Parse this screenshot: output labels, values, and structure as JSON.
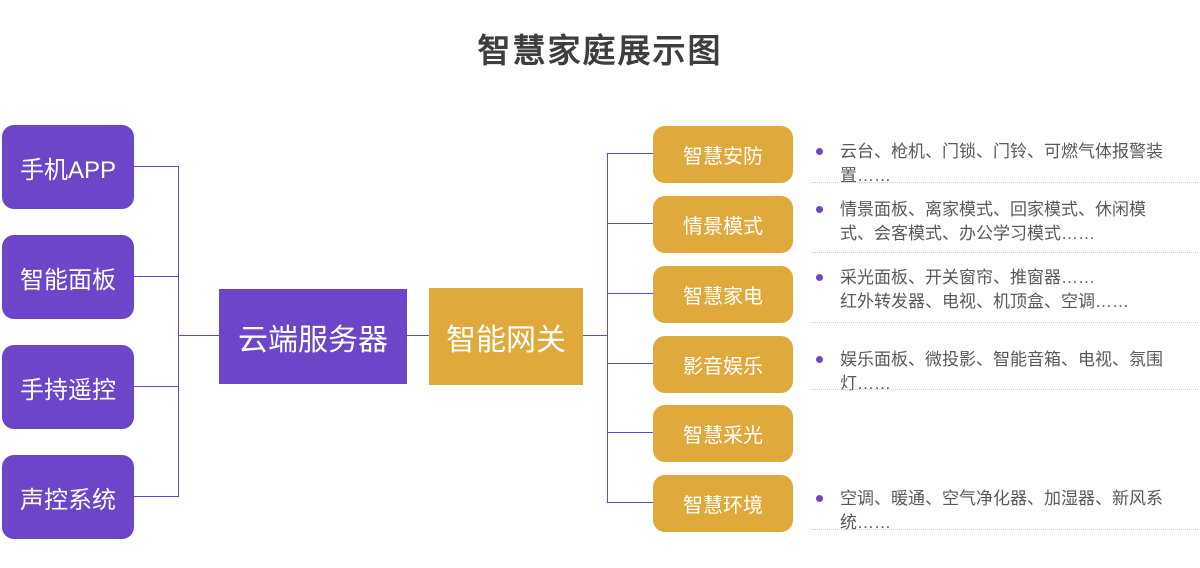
{
  "title": "智慧家庭展示图",
  "colors": {
    "purple": "#6c45c8",
    "gold": "#dfa93c",
    "connector_line": "#6c45c8",
    "detail_text": "#595959",
    "title_text": "#3e3e3e",
    "divider": "#c9c9d8"
  },
  "left_nodes": [
    {
      "label": "手机APP"
    },
    {
      "label": "智能面板"
    },
    {
      "label": "手持遥控"
    },
    {
      "label": "声控系统"
    }
  ],
  "hub_nodes": [
    {
      "label": "云端服务器"
    },
    {
      "label": "智能网关"
    }
  ],
  "right_nodes": [
    {
      "label": "智慧安防"
    },
    {
      "label": "情景模式"
    },
    {
      "label": "智慧家电"
    },
    {
      "label": "影音娱乐"
    },
    {
      "label": "智慧采光"
    },
    {
      "label": "智慧环境"
    }
  ],
  "detail_rows": [
    {
      "line1": "云台、枪机、门锁、门铃、可燃气体报警装置……"
    },
    {
      "line1": "情景面板、离家模式、回家模式、休闲模式、会客模式、办公学习模式……"
    },
    {
      "line1": "采光面板、开关窗帘、推窗器……",
      "line2": "红外转发器、电视、机顶盒、空调……"
    },
    {
      "line1": "娱乐面板、微投影、智能音箱、电视、氛围灯……"
    },
    {
      "line1": "空调、暖通、空气净化器、加湿器、新风系统……"
    }
  ]
}
